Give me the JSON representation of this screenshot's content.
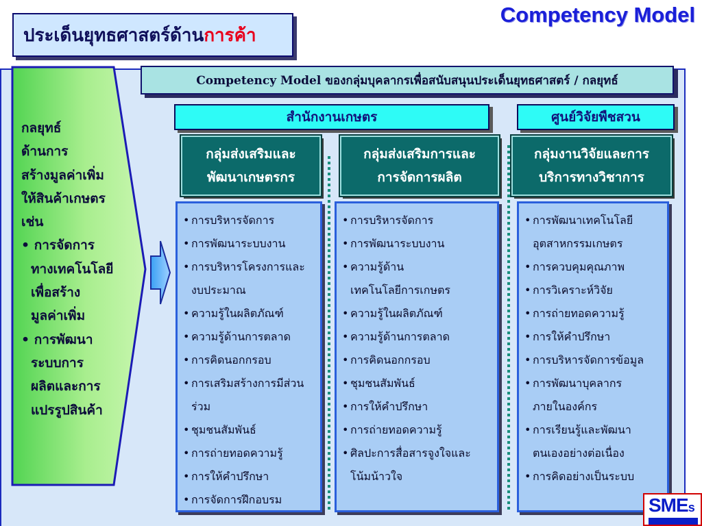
{
  "title": "Competency Model",
  "topic": {
    "prefix": "ประเด็นยุทธศาสตร์ด้าน",
    "highlight": "การค้า"
  },
  "strategy": {
    "lines": [
      {
        "text": "กลยุทธ์",
        "indent": false
      },
      {
        "text": "ด้านการ",
        "indent": false
      },
      {
        "text": "สร้างมูลค่าเพิ่ม",
        "indent": false
      },
      {
        "text": "ให้สินค้าเกษตร",
        "indent": false
      },
      {
        "text": "เช่น",
        "indent": false
      },
      {
        "text": "• การจัดการ",
        "indent": false
      },
      {
        "text": "ทางเทคโนโลยี",
        "indent": true
      },
      {
        "text": "เพื่อสร้าง",
        "indent": true
      },
      {
        "text": "มูลค่าเพิ่ม",
        "indent": true
      },
      {
        "text": "• การพัฒนา",
        "indent": false
      },
      {
        "text": "ระบบการ",
        "indent": true
      },
      {
        "text": "ผลิตและการ",
        "indent": true
      },
      {
        "text": "แปรรูปสินค้า",
        "indent": true
      }
    ]
  },
  "model_header": "Competency Model  ของกลุ่มบุคลากรเพื่อสนับสนุนประเด็นยุทธศาสตร์ / กลยุทธ์",
  "offices": [
    "สำนักงานเกษตร",
    "ศูนย์วิจัยพืชสวน"
  ],
  "groups": [
    {
      "lines": [
        "กลุ่มส่งเสริมและ",
        "พัฒนาเกษตรกร"
      ]
    },
    {
      "lines": [
        "กลุ่มส่งเสริมการและ",
        "การจัดการผลิต"
      ]
    },
    {
      "lines": [
        "กลุ่มงานวิจัยและการ",
        "บริการทางวิชาการ"
      ]
    }
  ],
  "competencies": [
    [
      [
        "การบริหารจัดการ"
      ],
      [
        "การพัฒนาระบบงาน"
      ],
      [
        "การบริหารโครงการและ",
        "งบประมาณ"
      ],
      [
        "ความรู้ในผลิตภัณฑ์"
      ],
      [
        "ความรู้ด้านการตลาด"
      ],
      [
        "การคิดนอกกรอบ"
      ],
      [
        "การเสริมสร้างการมีส่วน",
        "ร่วม"
      ],
      [
        "ชุมชนสัมพันธ์"
      ],
      [
        "การถ่ายทอดความรู้"
      ],
      [
        "การให้คำปรึกษา"
      ],
      [
        "การจัดการฝึกอบรม"
      ]
    ],
    [
      [
        "การบริหารจัดการ"
      ],
      [
        "การพัฒนาระบบงาน"
      ],
      [
        "ความรู้ด้าน",
        "เทคโนโลยีการเกษตร"
      ],
      [
        "ความรู้ในผลิตภัณฑ์"
      ],
      [
        "ความรู้ด้านการตลาด"
      ],
      [
        "การคิดนอกกรอบ"
      ],
      [
        "ชุมชนสัมพันธ์"
      ],
      [
        "การให้คำปรึกษา"
      ],
      [
        "การถ่ายทอดความรู้"
      ],
      [
        "ศิลปะการสื่อสารจูงใจและ",
        "โน้มน้าวใจ"
      ]
    ],
    [
      [
        "การพัฒนาเทคโนโลยี",
        "อุตสาหกรรมเกษตร"
      ],
      [
        "การควบคุมคุณภาพ"
      ],
      [
        "การวิเคราะห์วิจัย"
      ],
      [
        "การถ่ายทอดความรู้"
      ],
      [
        "การให้คำปรึกษา"
      ],
      [
        "การบริหารจัดการข้อมูล"
      ],
      [
        "การพัฒนาบุคลากร",
        "ภายในองค์กร"
      ],
      [
        "การเรียนรู้และพัฒนา",
        "ตนเองอย่างต่อเนื่อง"
      ],
      [
        "การคิดอย่างเป็นระบบ"
      ]
    ]
  ],
  "logo": {
    "text": "SME",
    "suffix": "s"
  }
}
